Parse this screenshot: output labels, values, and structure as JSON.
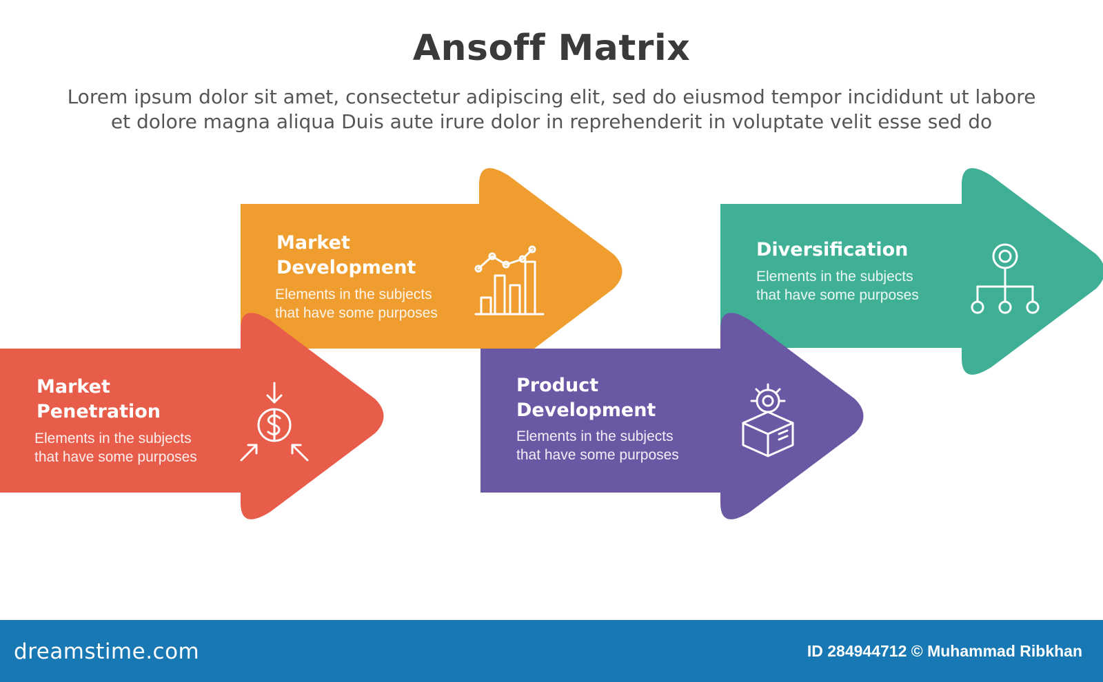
{
  "header": {
    "title": "Ansoff Matrix",
    "description_line1": "Lorem ipsum dolor sit amet, consectetur adipiscing elit, sed do eiusmod tempor incididunt ut labore",
    "description_line2": "et dolore magna aliqua Duis aute irure dolor in reprehenderit in voluptate velit esse sed do"
  },
  "cards": [
    {
      "title_line1": "Market",
      "title_line2": "Penetration",
      "desc_line1": "Elements in the subjects",
      "desc_line2": "that have some purposes",
      "color": "#e85c4a",
      "icon": "dollar-target-icon"
    },
    {
      "title_line1": "Market",
      "title_line2": "Development",
      "desc_line1": "Elements in the subjects",
      "desc_line2": "that have some purposes",
      "color": "#ef9d2f",
      "icon": "bar-chart-icon"
    },
    {
      "title_line1": "Product",
      "title_line2": "Development",
      "desc_line1": "Elements in the subjects",
      "desc_line2": "that have some purposes",
      "color": "#6b58a4",
      "icon": "gear-box-icon"
    },
    {
      "title_line1": "Diversification",
      "desc_line1": "Elements in the subjects",
      "desc_line2": "that have some purposes",
      "color": "#3fb096",
      "icon": "hierarchy-icon"
    }
  ],
  "footer": {
    "logo": "dreamstime.com",
    "credit": "ID 284944712 © Muhammad Ribkhan",
    "color": "#1778b3"
  }
}
